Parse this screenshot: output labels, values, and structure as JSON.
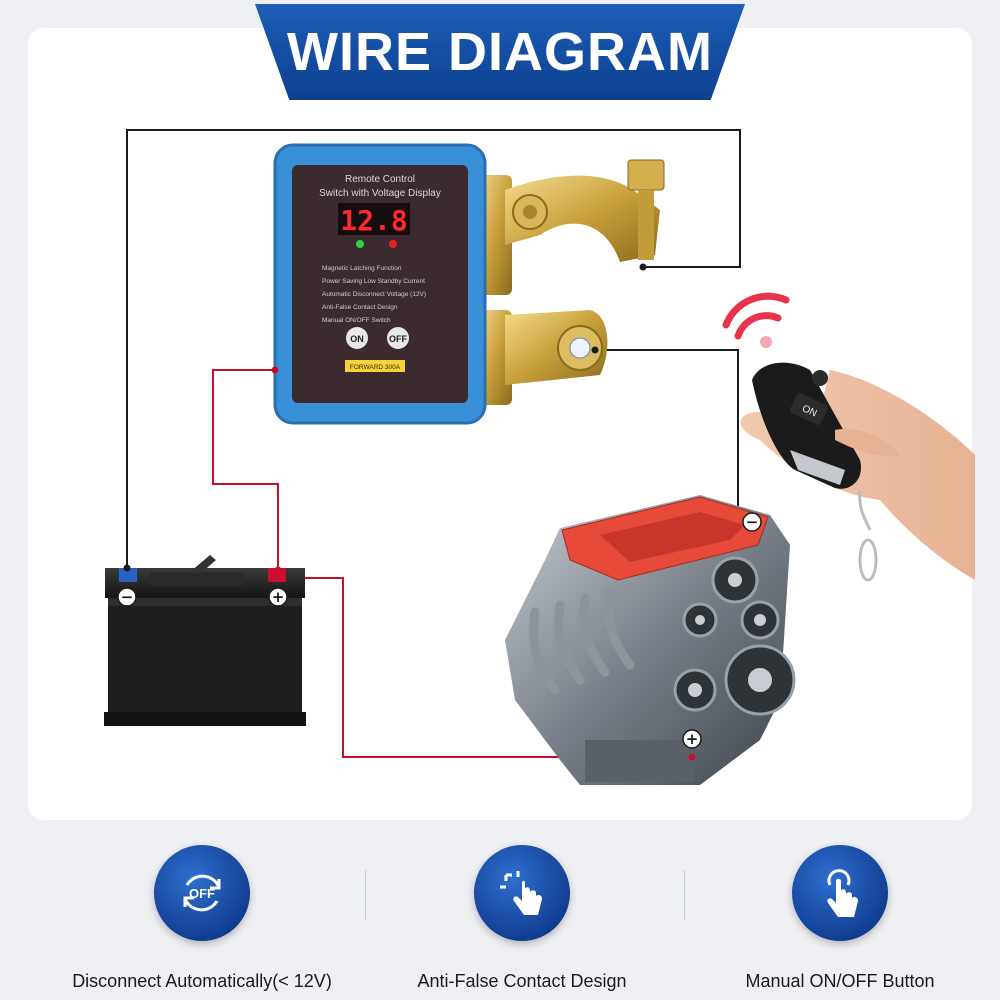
{
  "header": {
    "title": "WIRE DIAGRAM"
  },
  "device": {
    "title_line1": "Remote Control",
    "title_line2": "Switch with Voltage Display",
    "display_value": "12.8",
    "feature_lines": [
      "Magnetic Latching Function",
      "Power Saving Low Standby Current",
      "Automatic Disconnect Voltage (12V)",
      "Anti-False Contact Design",
      "Manual ON/OFF Switch"
    ],
    "on_label": "ON",
    "off_label": "OFF",
    "badge_label": "FORWARD 300A"
  },
  "remote": {
    "button_label": "ON"
  },
  "terminals": {
    "negative_symbol": "−",
    "positive_symbol": "+"
  },
  "wire_colors": {
    "negative": "#1a1a1a",
    "positive": "#c8102e"
  },
  "features": [
    {
      "label": "Disconnect Automatically(< 12V)",
      "icon": "off-cycle-icon",
      "icon_text": "OFF"
    },
    {
      "label": "Anti-False Contact Design",
      "icon": "tap-gesture-icon"
    },
    {
      "label": "Manual ON/OFF Button",
      "icon": "press-finger-icon"
    }
  ]
}
